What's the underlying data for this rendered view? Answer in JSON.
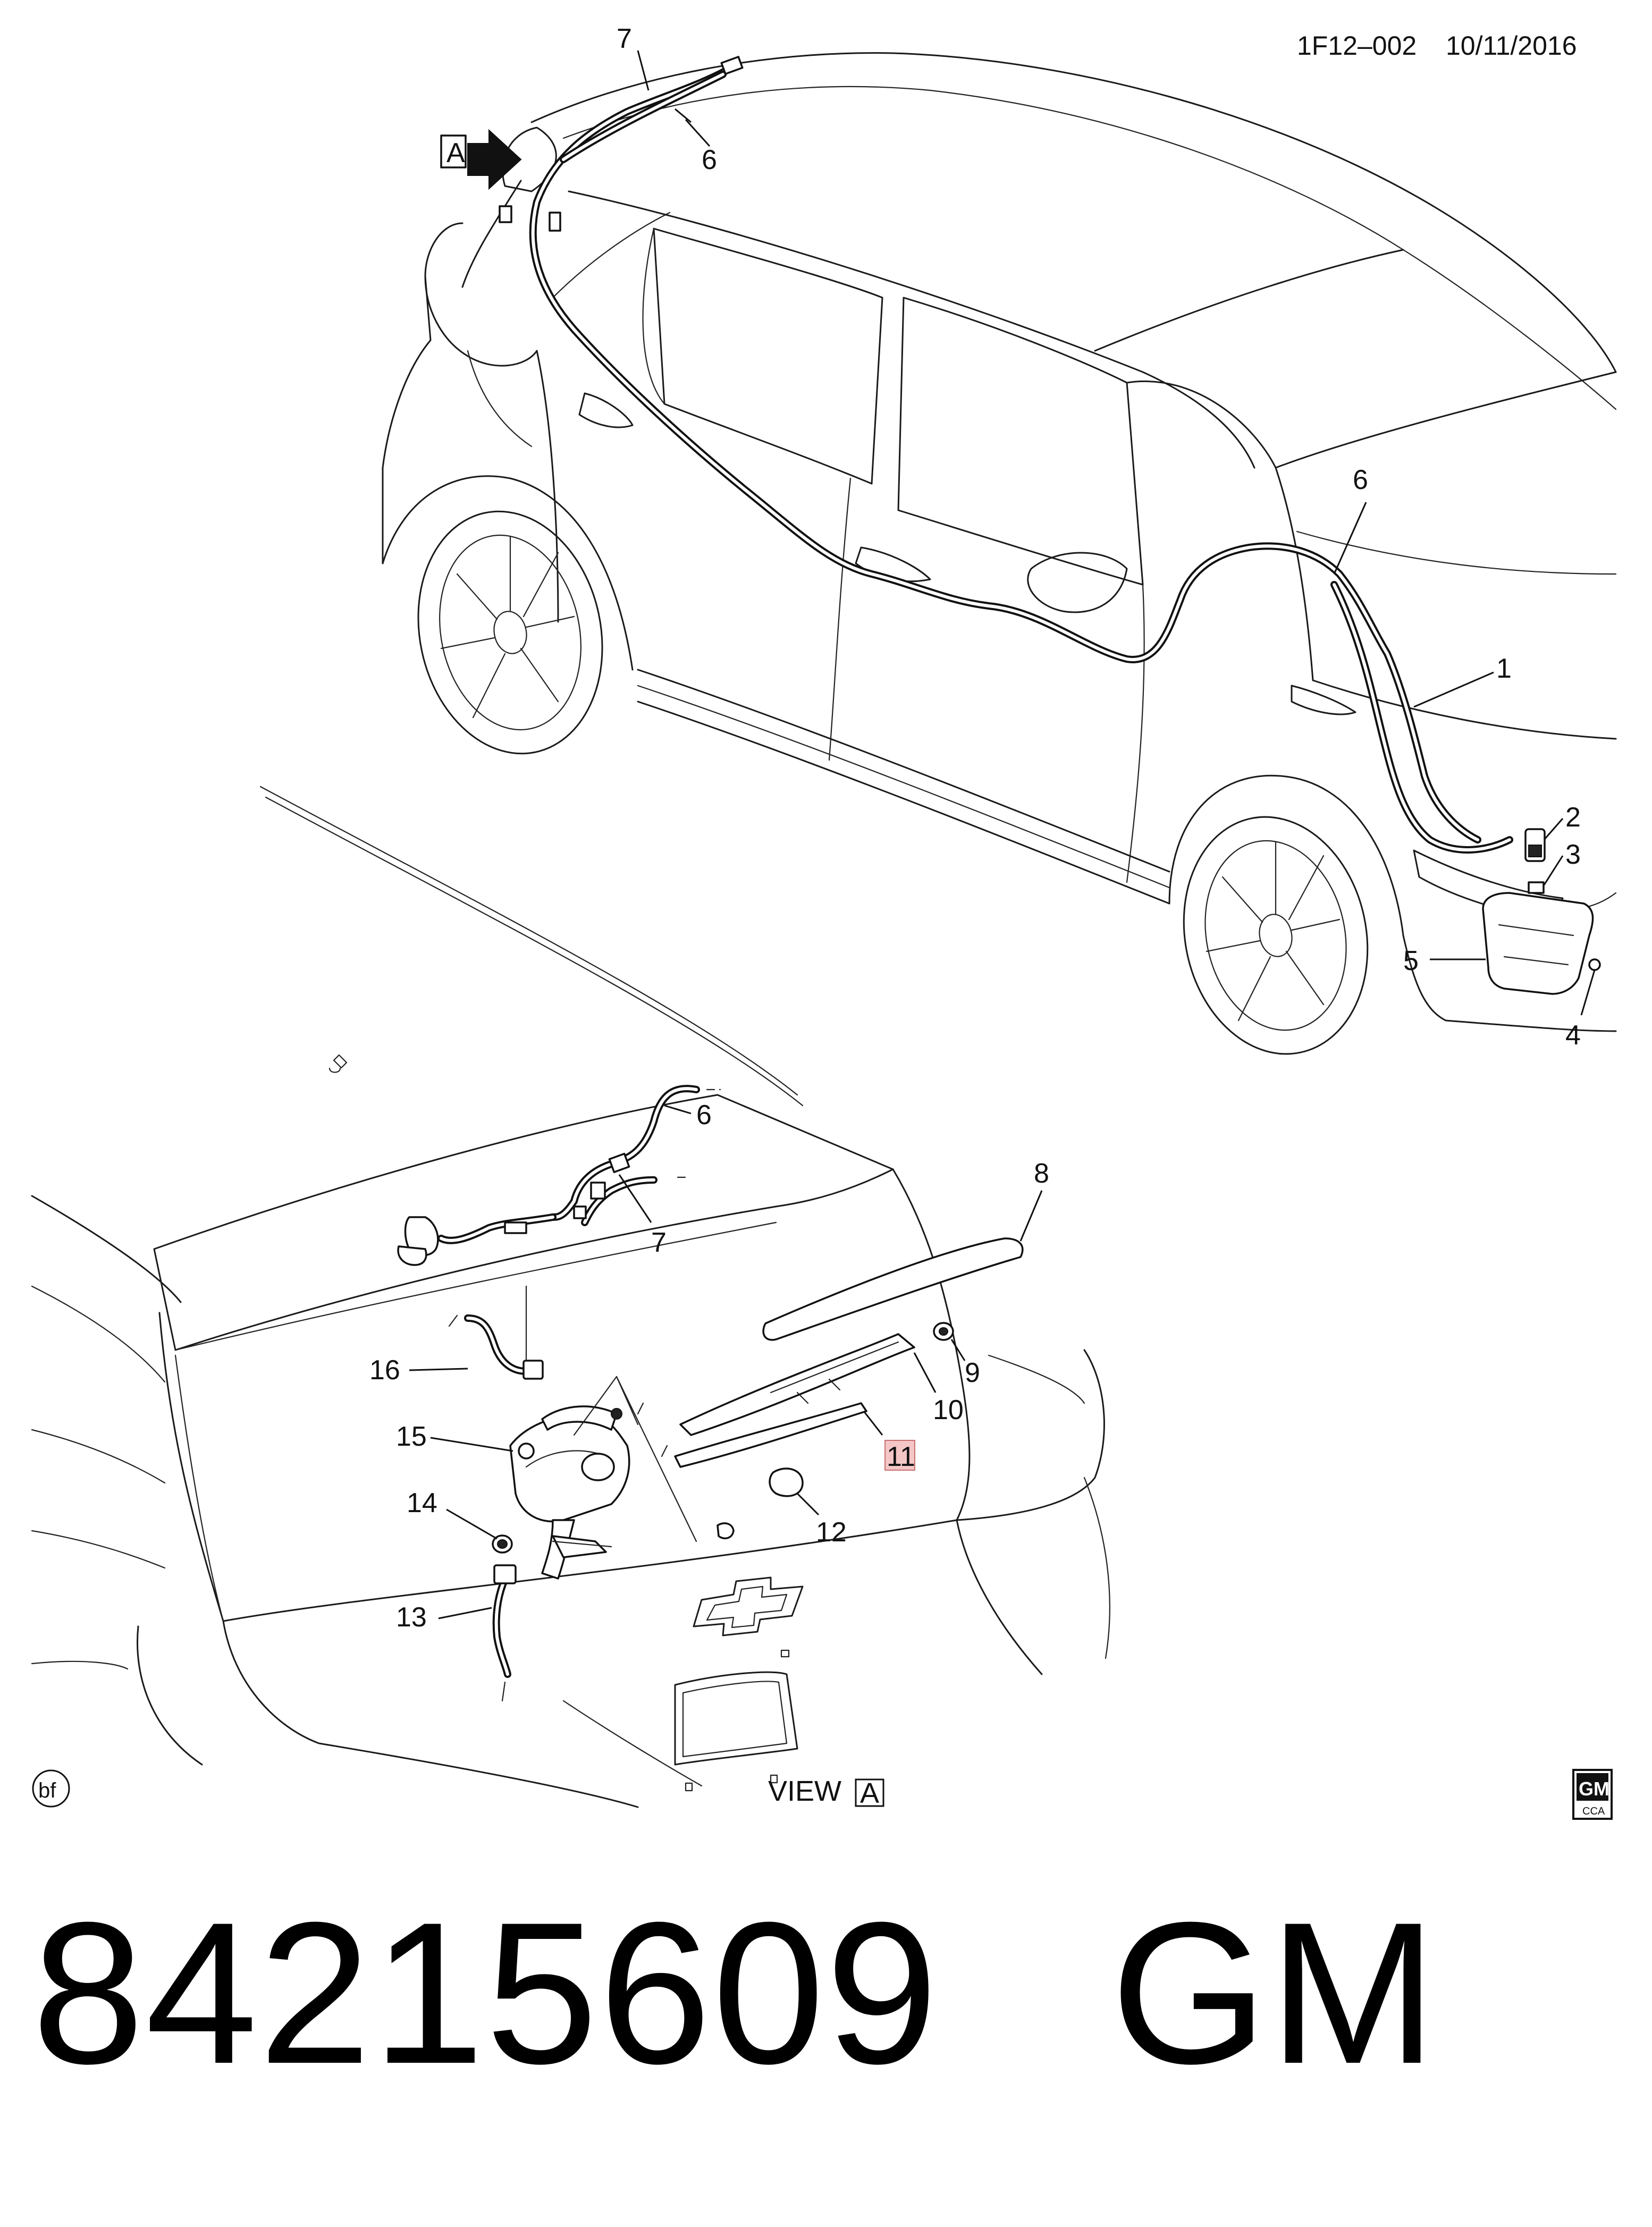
{
  "header": {
    "drawing_id": "1F12–002",
    "date": "10/11/2016"
  },
  "view": {
    "label": "VIEW",
    "letter": "A",
    "callout_letter": "A"
  },
  "corner_mark": "bf",
  "logo": {
    "text": "GM",
    "sub": "CCA"
  },
  "highlight_color": "#f4c6c6",
  "callouts": {
    "c1": "1",
    "c2": "2",
    "c3": "3",
    "c4": "4",
    "c5": "5",
    "c6_roof": "6",
    "c6_hood": "6",
    "c7_roof": "7",
    "c6_detail": "6",
    "c7_detail": "7",
    "c8": "8",
    "c9": "9",
    "c10": "10",
    "c11": "11",
    "c12": "12",
    "c13": "13",
    "c14": "14",
    "c15": "15",
    "c16": "16"
  },
  "part_number": {
    "number": "84215609",
    "brand": "GM"
  }
}
